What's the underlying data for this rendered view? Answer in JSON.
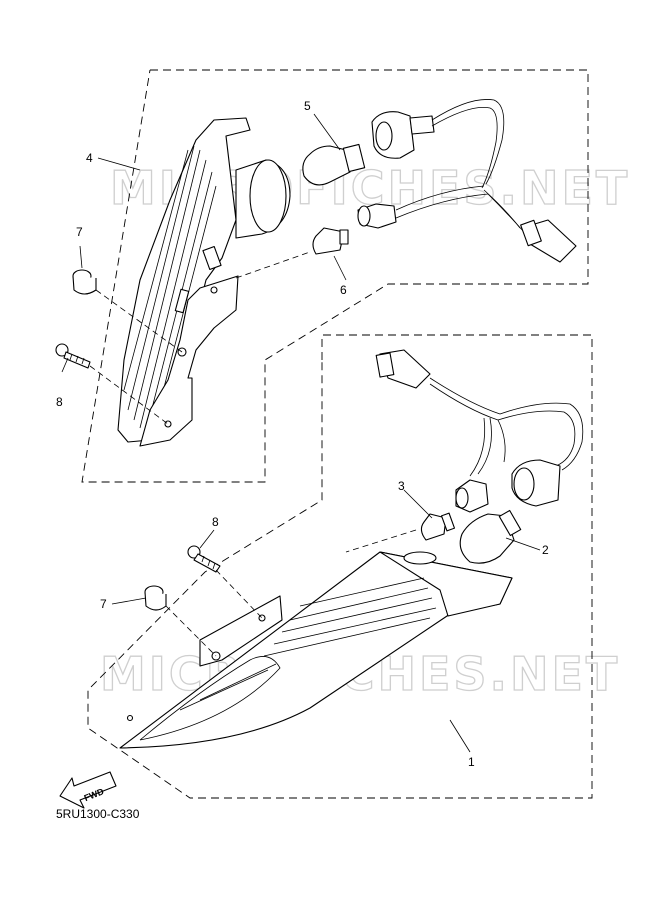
{
  "diagram_code": "5RU1300-C330",
  "watermark": "MICROFICHES.NET",
  "fwd_label": "FWD",
  "callouts": {
    "p1": "1",
    "p2": "2",
    "p3": "3",
    "p4": "4",
    "p5": "5",
    "p6": "6",
    "p7_upper": "7",
    "p7_lower": "7",
    "p8_upper": "8",
    "p8_lower": "8"
  }
}
